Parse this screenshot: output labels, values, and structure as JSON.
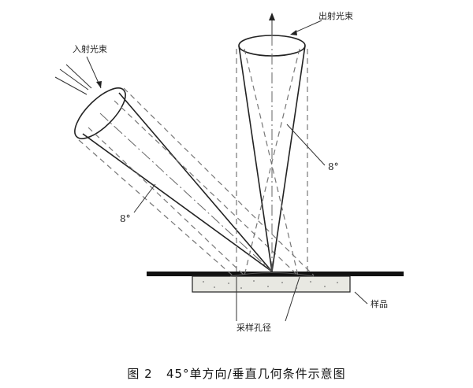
{
  "labels": {
    "incident_beam": "入射光束",
    "exit_beam": "出射光束",
    "incident_angle": "8°",
    "exit_angle": "8°",
    "sample": "样品",
    "sample_aperture": "采样孔径"
  },
  "caption": "图 2   45°单方向/垂直几何条件示意图"
}
